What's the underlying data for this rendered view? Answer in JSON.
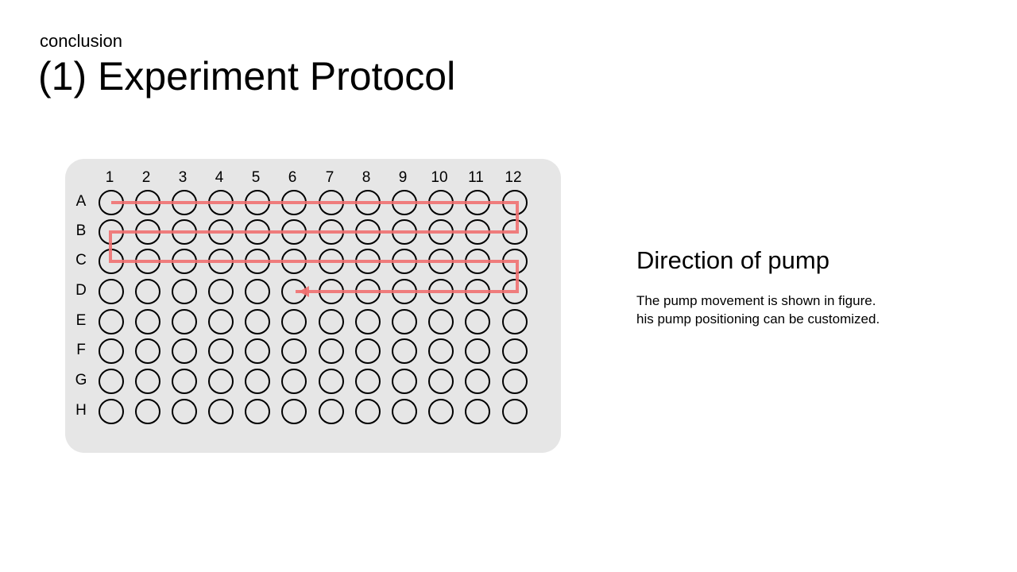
{
  "slide": {
    "section": "conclusion",
    "title": "(1) Experiment Protocol"
  },
  "plate": {
    "columns": [
      "1",
      "2",
      "3",
      "4",
      "5",
      "6",
      "7",
      "8",
      "9",
      "10",
      "11",
      "12"
    ],
    "rows": [
      "A",
      "B",
      "C",
      "D",
      "E",
      "F",
      "G",
      "H"
    ],
    "panel_color": "#e6e6e6",
    "well_stroke": "#000000",
    "path_color": "#f07070",
    "pump_path": {
      "start": {
        "row": "A",
        "column": "1"
      },
      "end": {
        "row": "D",
        "column": "6"
      },
      "pattern": "serpentine",
      "rows_traversed": [
        "A",
        "B",
        "C",
        "D"
      ]
    }
  },
  "description": {
    "heading": "Direction of pump",
    "lines": [
      "The pump movement is shown in figure.",
      "his pump positioning can be customized."
    ]
  }
}
